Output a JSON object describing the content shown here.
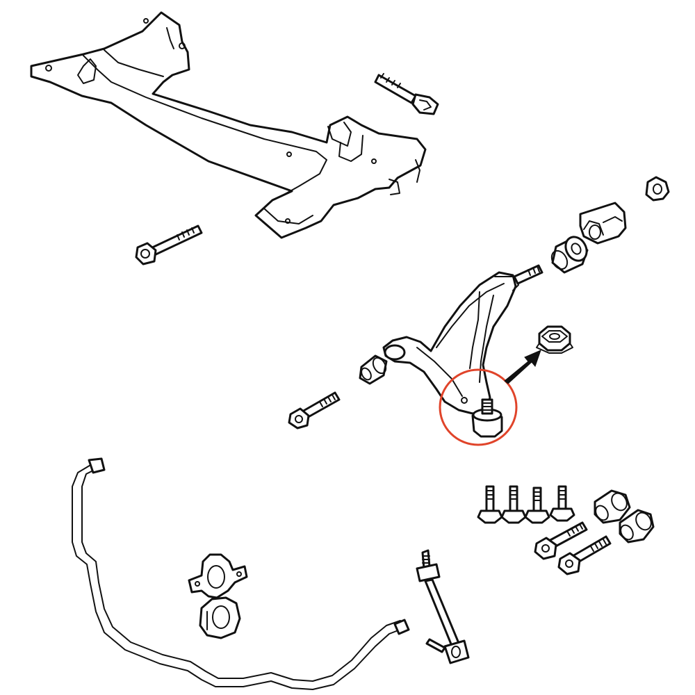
{
  "diagram": {
    "description_free": true,
    "highlight": {
      "color": "#e0442a"
    },
    "line_color": "#111111",
    "background_color": "#ffffff",
    "parts": [
      "subframe-crossmember",
      "subframe-bolt-upper",
      "subframe-bolt-left",
      "lower-control-arm",
      "ball-joint",
      "ball-joint-nut",
      "front-bushing",
      "rear-bushing",
      "rear-bushing-bracket",
      "bracket-nut",
      "arm-pivot-bolt",
      "stabilizer-bar",
      "stabilizer-bushing-bracket",
      "stabilizer-bushing",
      "stabilizer-link",
      "bolt-set",
      "bushing-pair"
    ]
  }
}
